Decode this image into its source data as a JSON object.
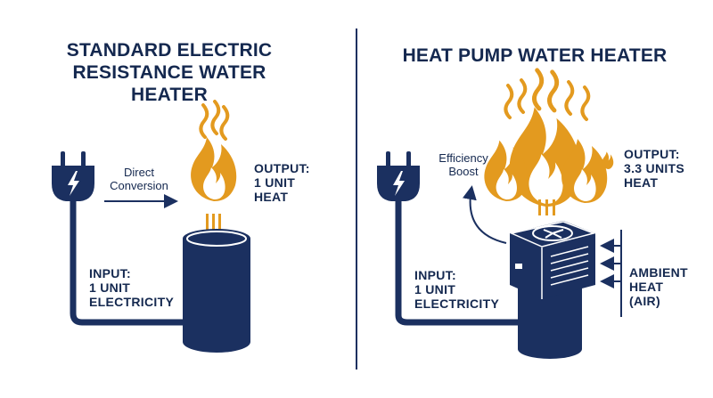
{
  "colors": {
    "navy": "#1b3060",
    "flame_outer": "#e39a1f",
    "flame_inner": "#f2b84a",
    "white": "#ffffff"
  },
  "left": {
    "title_line1": "STANDARD ELECTRIC",
    "title_line2": "RESISTANCE WATER HEATER",
    "arrow_label_1": "Direct",
    "arrow_label_2": "Conversion",
    "output_1": "OUTPUT:",
    "output_2": "1 UNIT",
    "output_3": "HEAT",
    "input_1": "INPUT:",
    "input_2": "1 UNIT",
    "input_3": "ELECTRICITY"
  },
  "right": {
    "title": "HEAT PUMP WATER HEATER",
    "boost_1": "Efficiency",
    "boost_2": "Boost",
    "output_1": "OUTPUT:",
    "output_2": "3.3 UNITS",
    "output_3": "HEAT",
    "input_1": "INPUT:",
    "input_2": "1 UNIT",
    "input_3": "ELECTRICITY",
    "ambient_1": "AMBIENT",
    "ambient_2": "HEAT",
    "ambient_3": "(AIR)"
  },
  "icons": [
    "plug-icon",
    "lightning-bolt-icon",
    "flame-icon",
    "fan-icon",
    "water-tank-icon",
    "heat-pump-unit-icon"
  ]
}
